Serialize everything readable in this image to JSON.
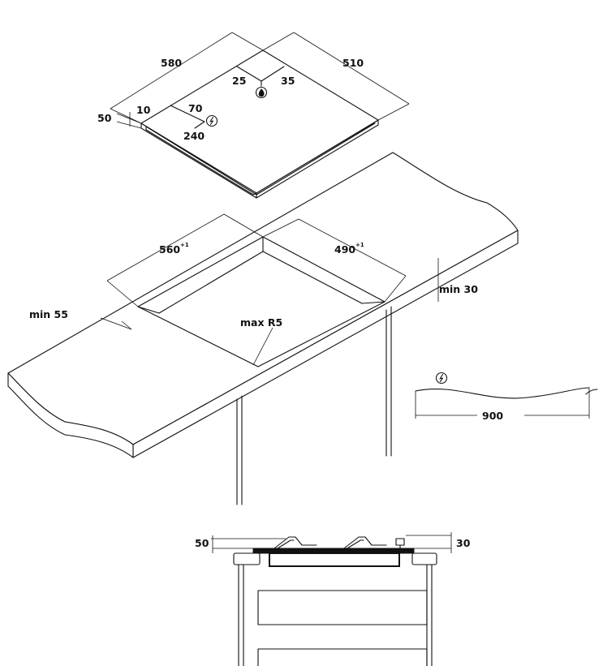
{
  "hob": {
    "width_label": "580",
    "depth_label": "510",
    "height_label": "50",
    "gas_offset_a": "25",
    "gas_offset_b": "35",
    "electric_edge": "10",
    "electric_offset_a": "70",
    "electric_offset_b": "240",
    "gas_icon": "gas-flame-icon",
    "electric_icon": "electric-bolt-icon"
  },
  "cutout": {
    "width_label": "560",
    "width_mark": "+1",
    "depth_label": "490",
    "depth_mark": "+1",
    "min_front_label": "min 55",
    "corner_radius_label": "max R5",
    "min_thickness_label": "min 30"
  },
  "cable": {
    "length_label": "900",
    "icon": "electric-bolt-icon"
  },
  "section": {
    "left_label": "50",
    "right_label": "30"
  },
  "colors": {
    "line": "#111111",
    "background": "#ffffff"
  }
}
